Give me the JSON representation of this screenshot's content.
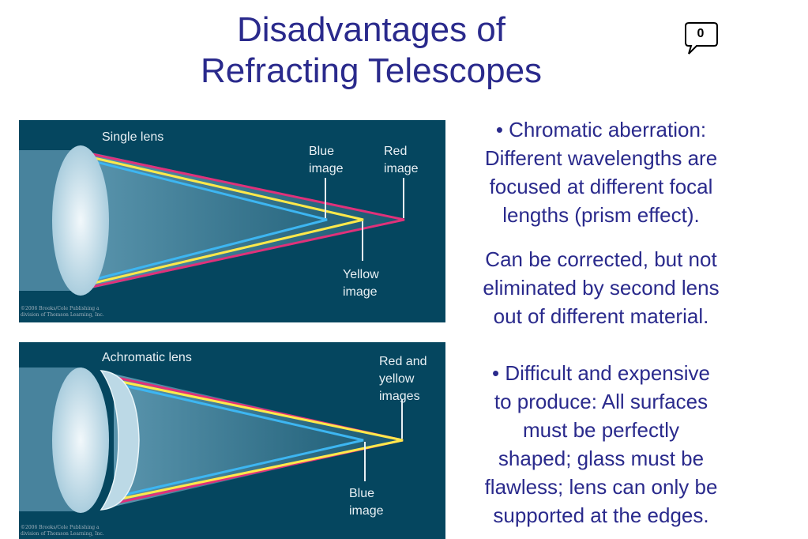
{
  "slide": {
    "title_line1": "Disadvantages of",
    "title_line2": "Refracting Telescopes",
    "comment_count": "0"
  },
  "figure_single": {
    "heading": "Single lens",
    "blue_line1": "Blue",
    "blue_line2": "image",
    "red_line1": "Red",
    "red_line2": "image",
    "yellow_line1": "Yellow",
    "yellow_line2": "image",
    "credit_line1": "©2006 Brooks/Cole Publishing a",
    "credit_line2": "division of Thomson Learning, Inc."
  },
  "figure_achromatic": {
    "heading": "Achromatic lens",
    "ry_line1": "Red and",
    "ry_line2": "yellow",
    "ry_line3": "images",
    "blue_line1": "Blue",
    "blue_line2": "image",
    "credit_line1": "©2006 Brooks/Cole Publishing a",
    "credit_line2": "division of Thomson Learning, Inc."
  },
  "text": {
    "p1_line1": "• Chromatic aberration:",
    "p1_line2": "Different wavelengths are",
    "p1_line3": "focused at different focal",
    "p1_line4": "lengths (prism effect).",
    "p2_line1": "Can be corrected, but not",
    "p2_line2": "eliminated by second lens",
    "p2_line3": "out of different material.",
    "p3_line1": "• Difficult and expensive",
    "p3_line2": "to produce: All surfaces",
    "p3_line3": "must be perfectly",
    "p3_line4": "shaped; glass must be",
    "p3_line5": "flawless; lens can only be",
    "p3_line6": "supported at the edges."
  },
  "colors": {
    "title": "#2a2a8c",
    "panel_bg": "#05465f",
    "ray_red": "#e0317a",
    "ray_yellow": "#ffe94a",
    "ray_blue": "#3db6f2"
  }
}
